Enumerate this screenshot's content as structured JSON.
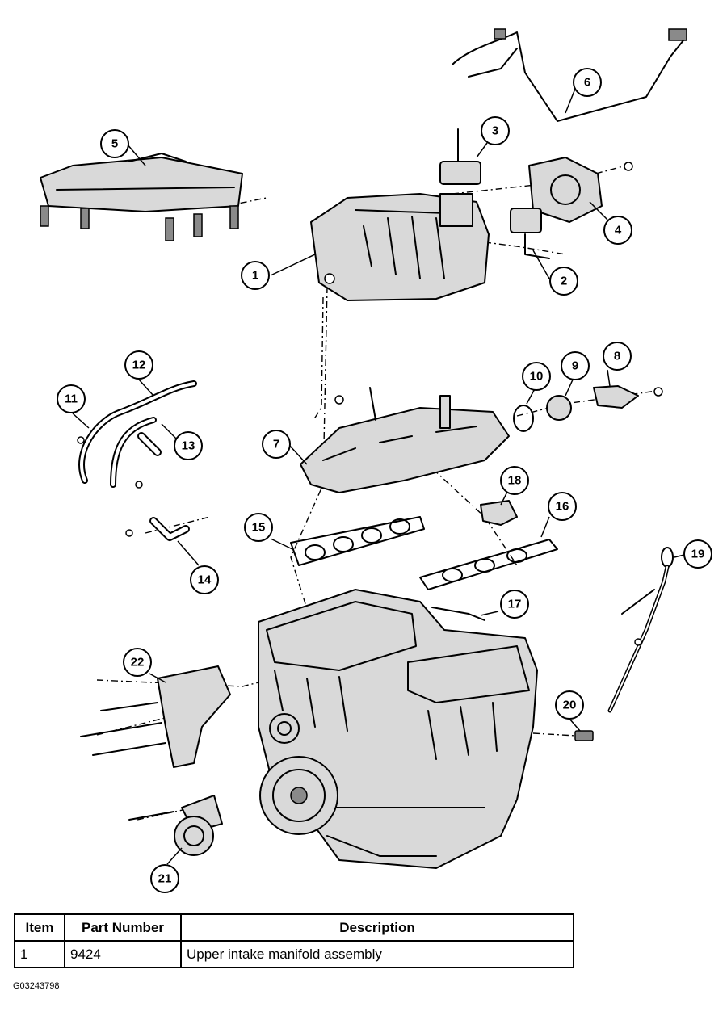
{
  "callouts": [
    {
      "id": "callout-1",
      "label": "1"
    },
    {
      "id": "callout-2",
      "label": "2"
    },
    {
      "id": "callout-3",
      "label": "3"
    },
    {
      "id": "callout-4",
      "label": "4"
    },
    {
      "id": "callout-5",
      "label": "5"
    },
    {
      "id": "callout-6",
      "label": "6"
    },
    {
      "id": "callout-7",
      "label": "7"
    },
    {
      "id": "callout-8",
      "label": "8"
    },
    {
      "id": "callout-9",
      "label": "9"
    },
    {
      "id": "callout-10",
      "label": "10"
    },
    {
      "id": "callout-11",
      "label": "11"
    },
    {
      "id": "callout-12",
      "label": "12"
    },
    {
      "id": "callout-13",
      "label": "13"
    },
    {
      "id": "callout-14",
      "label": "14"
    },
    {
      "id": "callout-15",
      "label": "15"
    },
    {
      "id": "callout-16",
      "label": "16"
    },
    {
      "id": "callout-17",
      "label": "17"
    },
    {
      "id": "callout-18",
      "label": "18"
    },
    {
      "id": "callout-19",
      "label": "19"
    },
    {
      "id": "callout-20",
      "label": "20"
    },
    {
      "id": "callout-21",
      "label": "21"
    },
    {
      "id": "callout-22",
      "label": "22"
    }
  ],
  "parts_table": {
    "headers": {
      "item": "Item",
      "part_number": "Part Number",
      "description": "Description"
    },
    "rows": [
      {
        "item": "1",
        "part_number": "9424",
        "description": "Upper intake manifold assembly"
      }
    ]
  },
  "figure_id": "G03243798"
}
